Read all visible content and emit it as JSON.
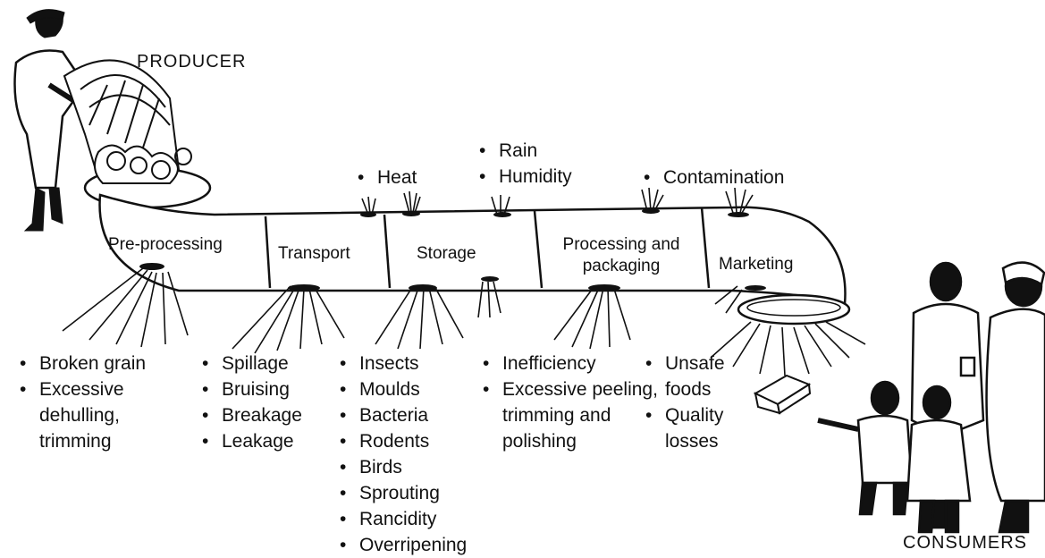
{
  "producer": "PRODUCER",
  "consumers": "CONSUMERS",
  "stages": [
    "Pre-processing",
    "Transport",
    "Storage",
    "Processing and packaging",
    "Marketing"
  ],
  "top_factors": [
    {
      "items": [
        "Heat"
      ]
    },
    {
      "items": [
        "Rain",
        "Humidity"
      ]
    },
    {
      "items": [
        "Contamination"
      ]
    }
  ],
  "bottom_losses": [
    {
      "items": [
        "Broken grain",
        "Excessive dehulling, trimming"
      ]
    },
    {
      "items": [
        "Spillage",
        "Bruising",
        "Breakage",
        "Leakage"
      ]
    },
    {
      "items": [
        "Insects",
        "Moulds",
        "Bacteria",
        "Rodents",
        "Birds",
        "Sprouting",
        "Rancidity",
        "Overripening"
      ]
    },
    {
      "items": [
        "Inefficiency",
        "Excessive peeling, trimming and polishing"
      ]
    },
    {
      "items": [
        "Unsafe foods",
        "Quality losses"
      ]
    }
  ],
  "bullet": "•"
}
